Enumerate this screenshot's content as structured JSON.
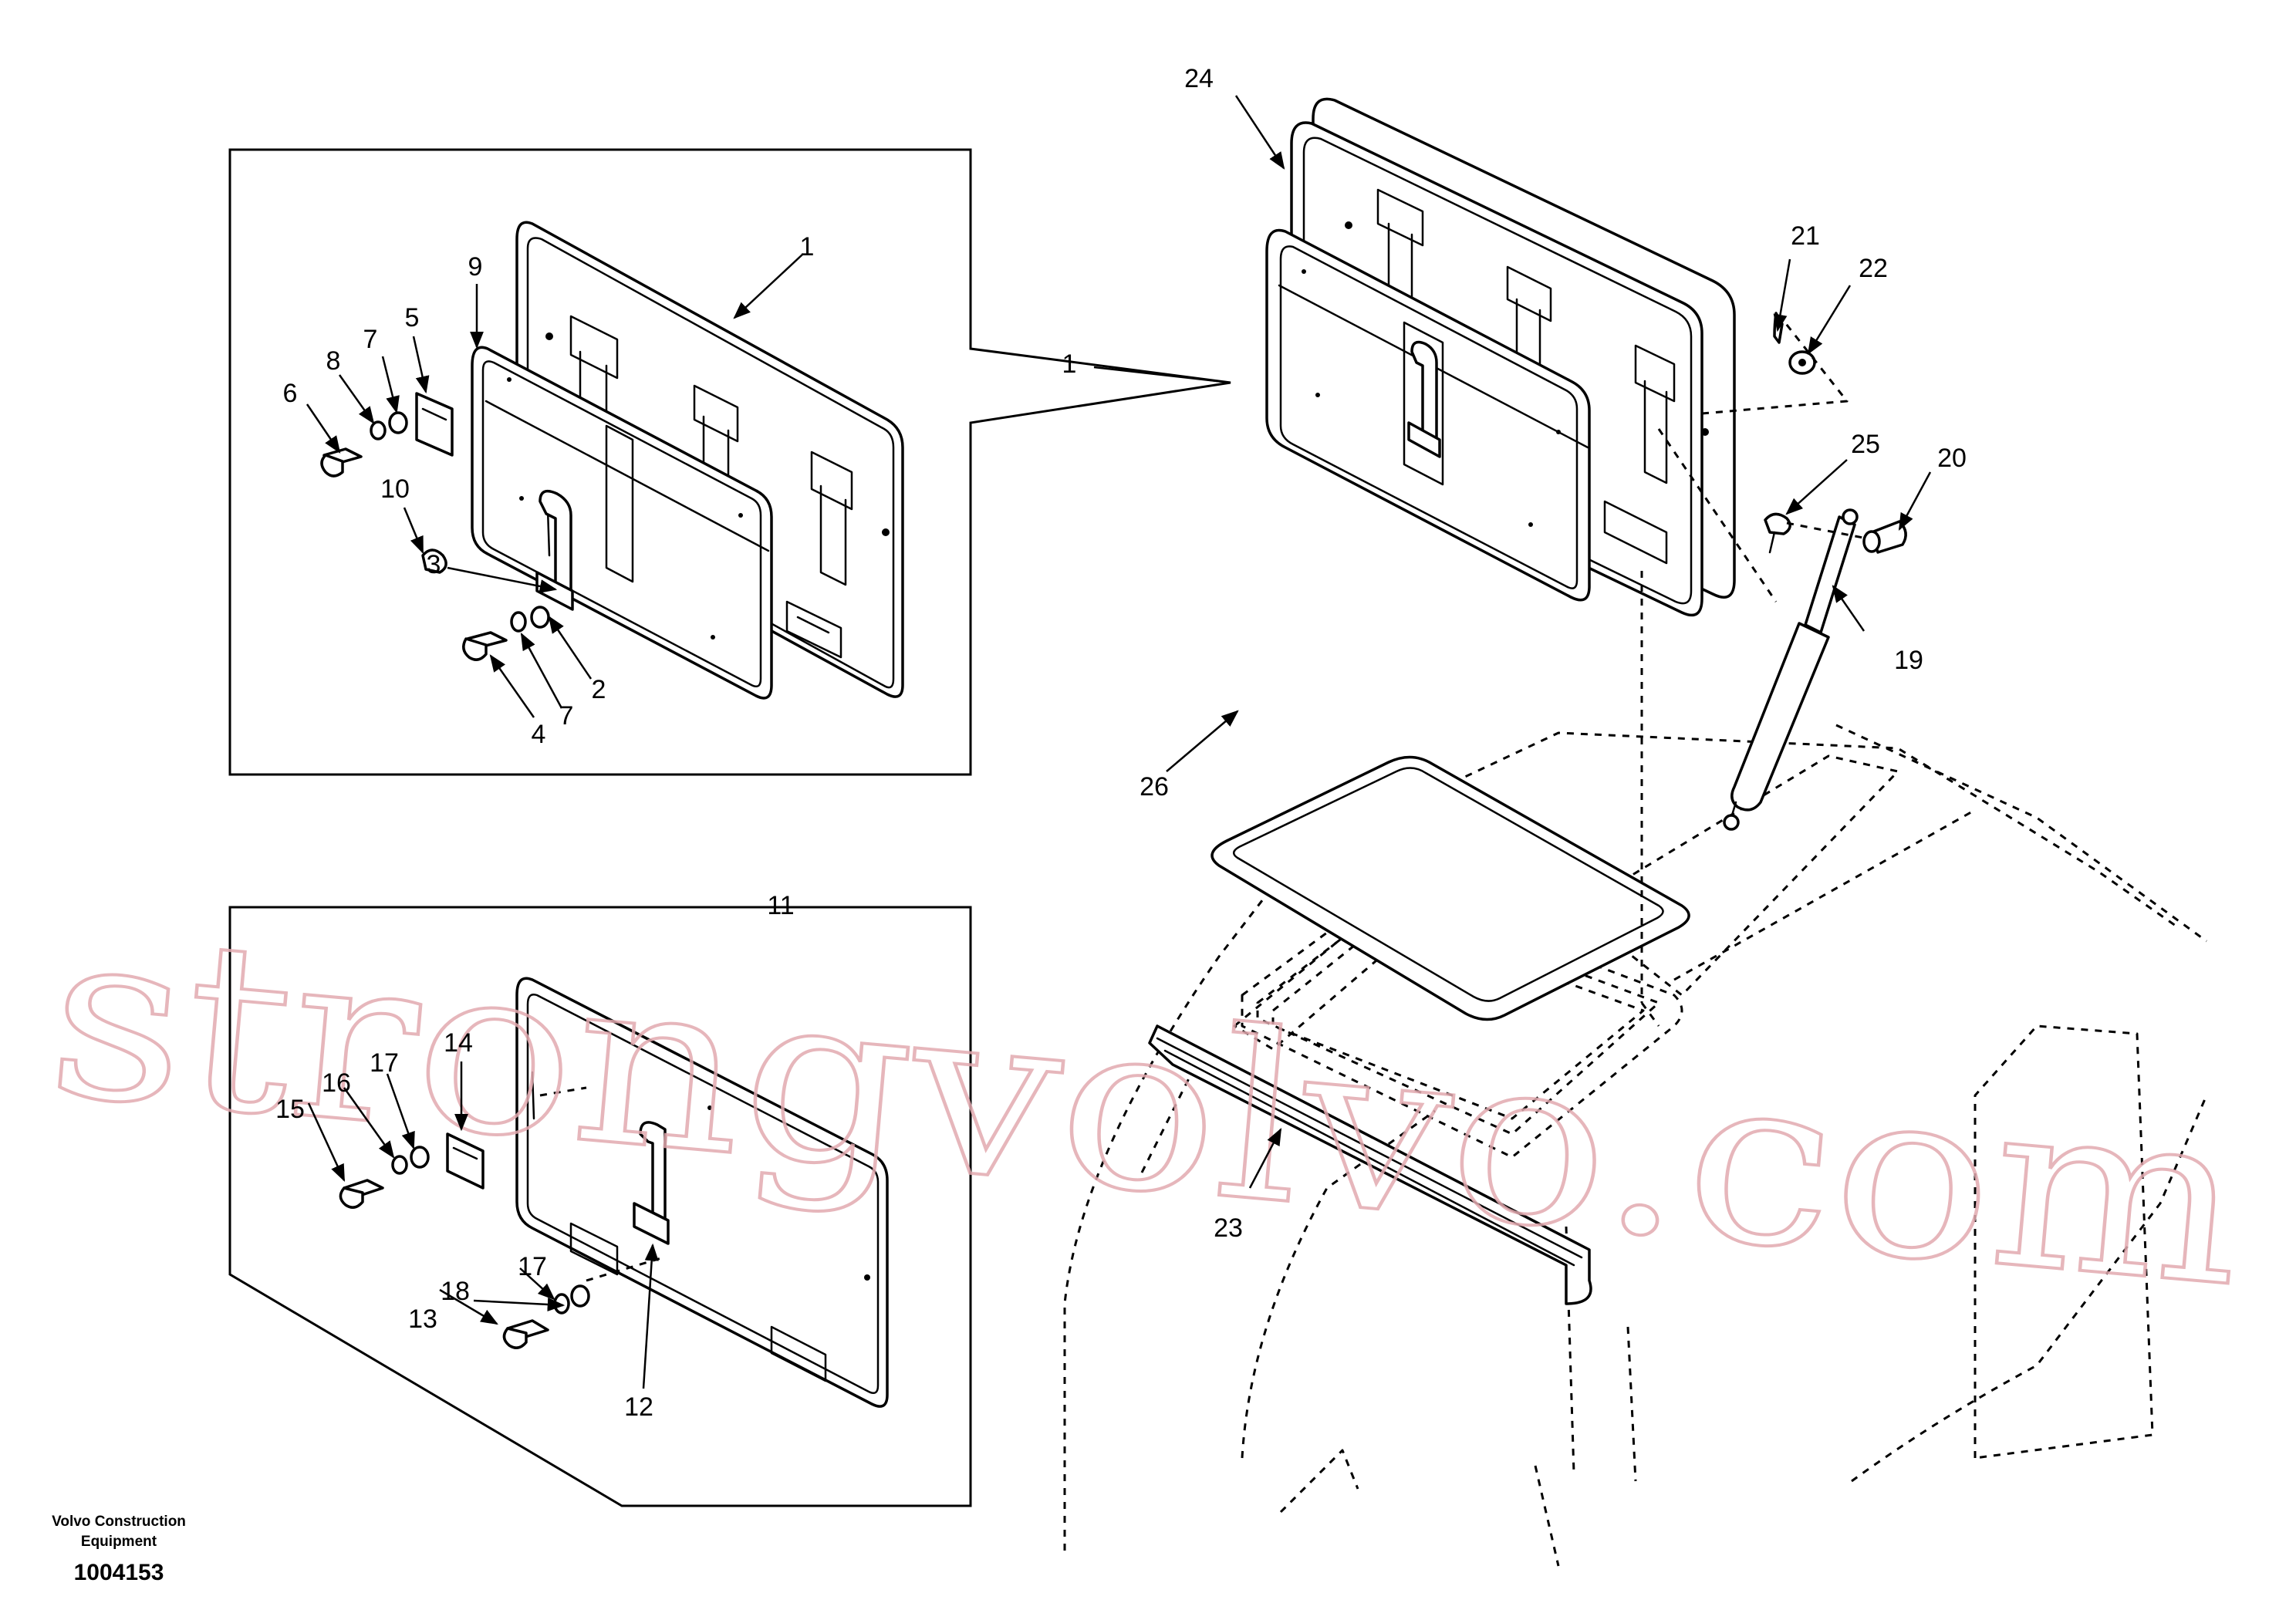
{
  "caption": {
    "line1": "Volvo Construction",
    "line2": "Equipment",
    "doc_number": "1004153"
  },
  "watermark": {
    "text": "strongvolvo.com",
    "color": "#e2aab0"
  },
  "callouts": {
    "c1a": "1",
    "c1b": "1",
    "c2": "2",
    "c3": "3",
    "c4": "4",
    "c5": "5",
    "c6": "6",
    "c7a": "7",
    "c7b": "7",
    "c8": "8",
    "c9": "9",
    "c10": "10",
    "c11": "11",
    "c12": "12",
    "c13": "13",
    "c14": "14",
    "c15": "15",
    "c16": "16",
    "c17a": "17",
    "c17b": "17",
    "c18": "18",
    "c19": "19",
    "c20": "20",
    "c21": "21",
    "c22": "22",
    "c23": "23",
    "c24": "24",
    "c25": "25",
    "c26": "26"
  }
}
